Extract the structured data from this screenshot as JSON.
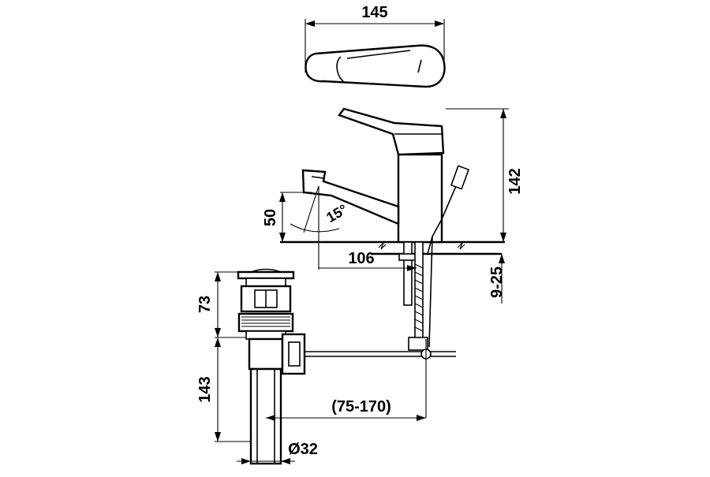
{
  "dimensions": {
    "top_width": "145",
    "height_total": "142",
    "spout_height": "50",
    "spout_angle": "15°",
    "spout_reach": "106",
    "deck_thickness": "9-25",
    "waste_upper": "73",
    "waste_lower": "143",
    "waste_distance": "(75-170)",
    "waste_diameter": "Ø32"
  },
  "colors": {
    "ink": "#000000",
    "paper": "#ffffff"
  }
}
